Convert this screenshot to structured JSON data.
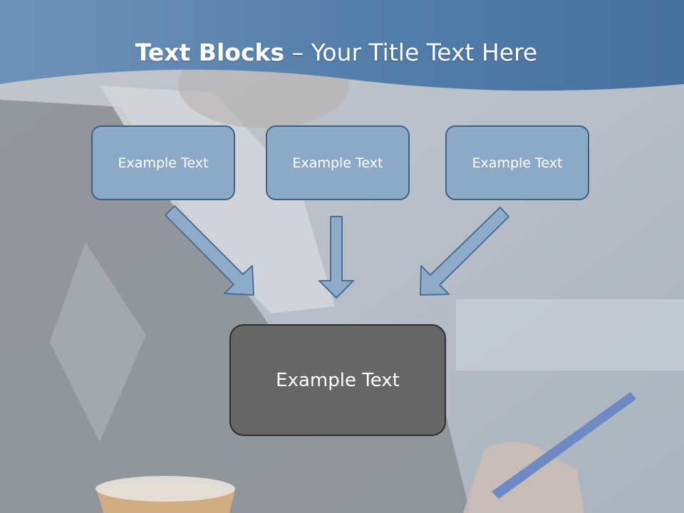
{
  "slide": {
    "title_bold": "Text Blocks",
    "title_dash": "–",
    "title_rest": "Your Title Text Here"
  },
  "diagram": {
    "top_boxes": [
      {
        "label": "Example Text"
      },
      {
        "label": "Example Text"
      },
      {
        "label": "Example Text"
      }
    ],
    "bottom_box": {
      "label": "Example Text"
    }
  },
  "colors": {
    "banner": "#4f77a3",
    "box_fill": "#8caac8",
    "box_border": "#3f5f83",
    "arrow_fill": "#8eabc9",
    "bottom_fill": "#666666"
  }
}
